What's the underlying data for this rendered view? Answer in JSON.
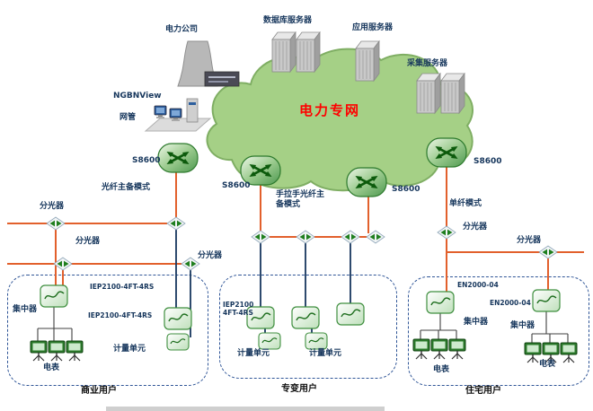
{
  "colors": {
    "cloud_fill": "#a5d086",
    "cloud_stroke": "#7fae63",
    "line_orange": "#e2602c",
    "line_navy": "#17365d",
    "line_drop": "#404040",
    "box_border": "#2f5597",
    "title_red": "#ff0000",
    "switch_green": "#0c5a0c"
  },
  "cloud": {
    "label": "电力专网"
  },
  "top": {
    "power_company": "电力公司",
    "database_server": "数据库服务器",
    "application_server": "应用服务器",
    "collection_server": "采集服务器",
    "ngbnview": "NGBNView",
    "nms": "网管"
  },
  "switches": [
    "S8600",
    "S8600",
    "S8600",
    "S8600"
  ],
  "modes": {
    "left": "光纤主备模式",
    "middle_line1": "手拉手光纤主",
    "middle_line2": "备模式",
    "right": "单纤模式"
  },
  "splitters": [
    "分光器",
    "分光器",
    "分光器",
    "分光器",
    "分光器"
  ],
  "commercial": {
    "device1": "IEP2100-4FT-4RS",
    "device2": "IEP2100-4FT-4RS",
    "concentrator": "集中器",
    "metering_unit": "计量单元",
    "meter": "电表",
    "title": "商业用户"
  },
  "transformer": {
    "device_line1": "IEP2100",
    "device_line2": "4FT-4RS",
    "metering_unit1": "计量单元",
    "metering_unit2": "计量单元",
    "title": "专变用户"
  },
  "residential": {
    "device1": "EN2000-04",
    "device2": "EN2000-04",
    "concentrator1": "集中器",
    "concentrator2": "集中器",
    "meter1": "电表",
    "meter2": "电表",
    "title": "住宅用户"
  }
}
